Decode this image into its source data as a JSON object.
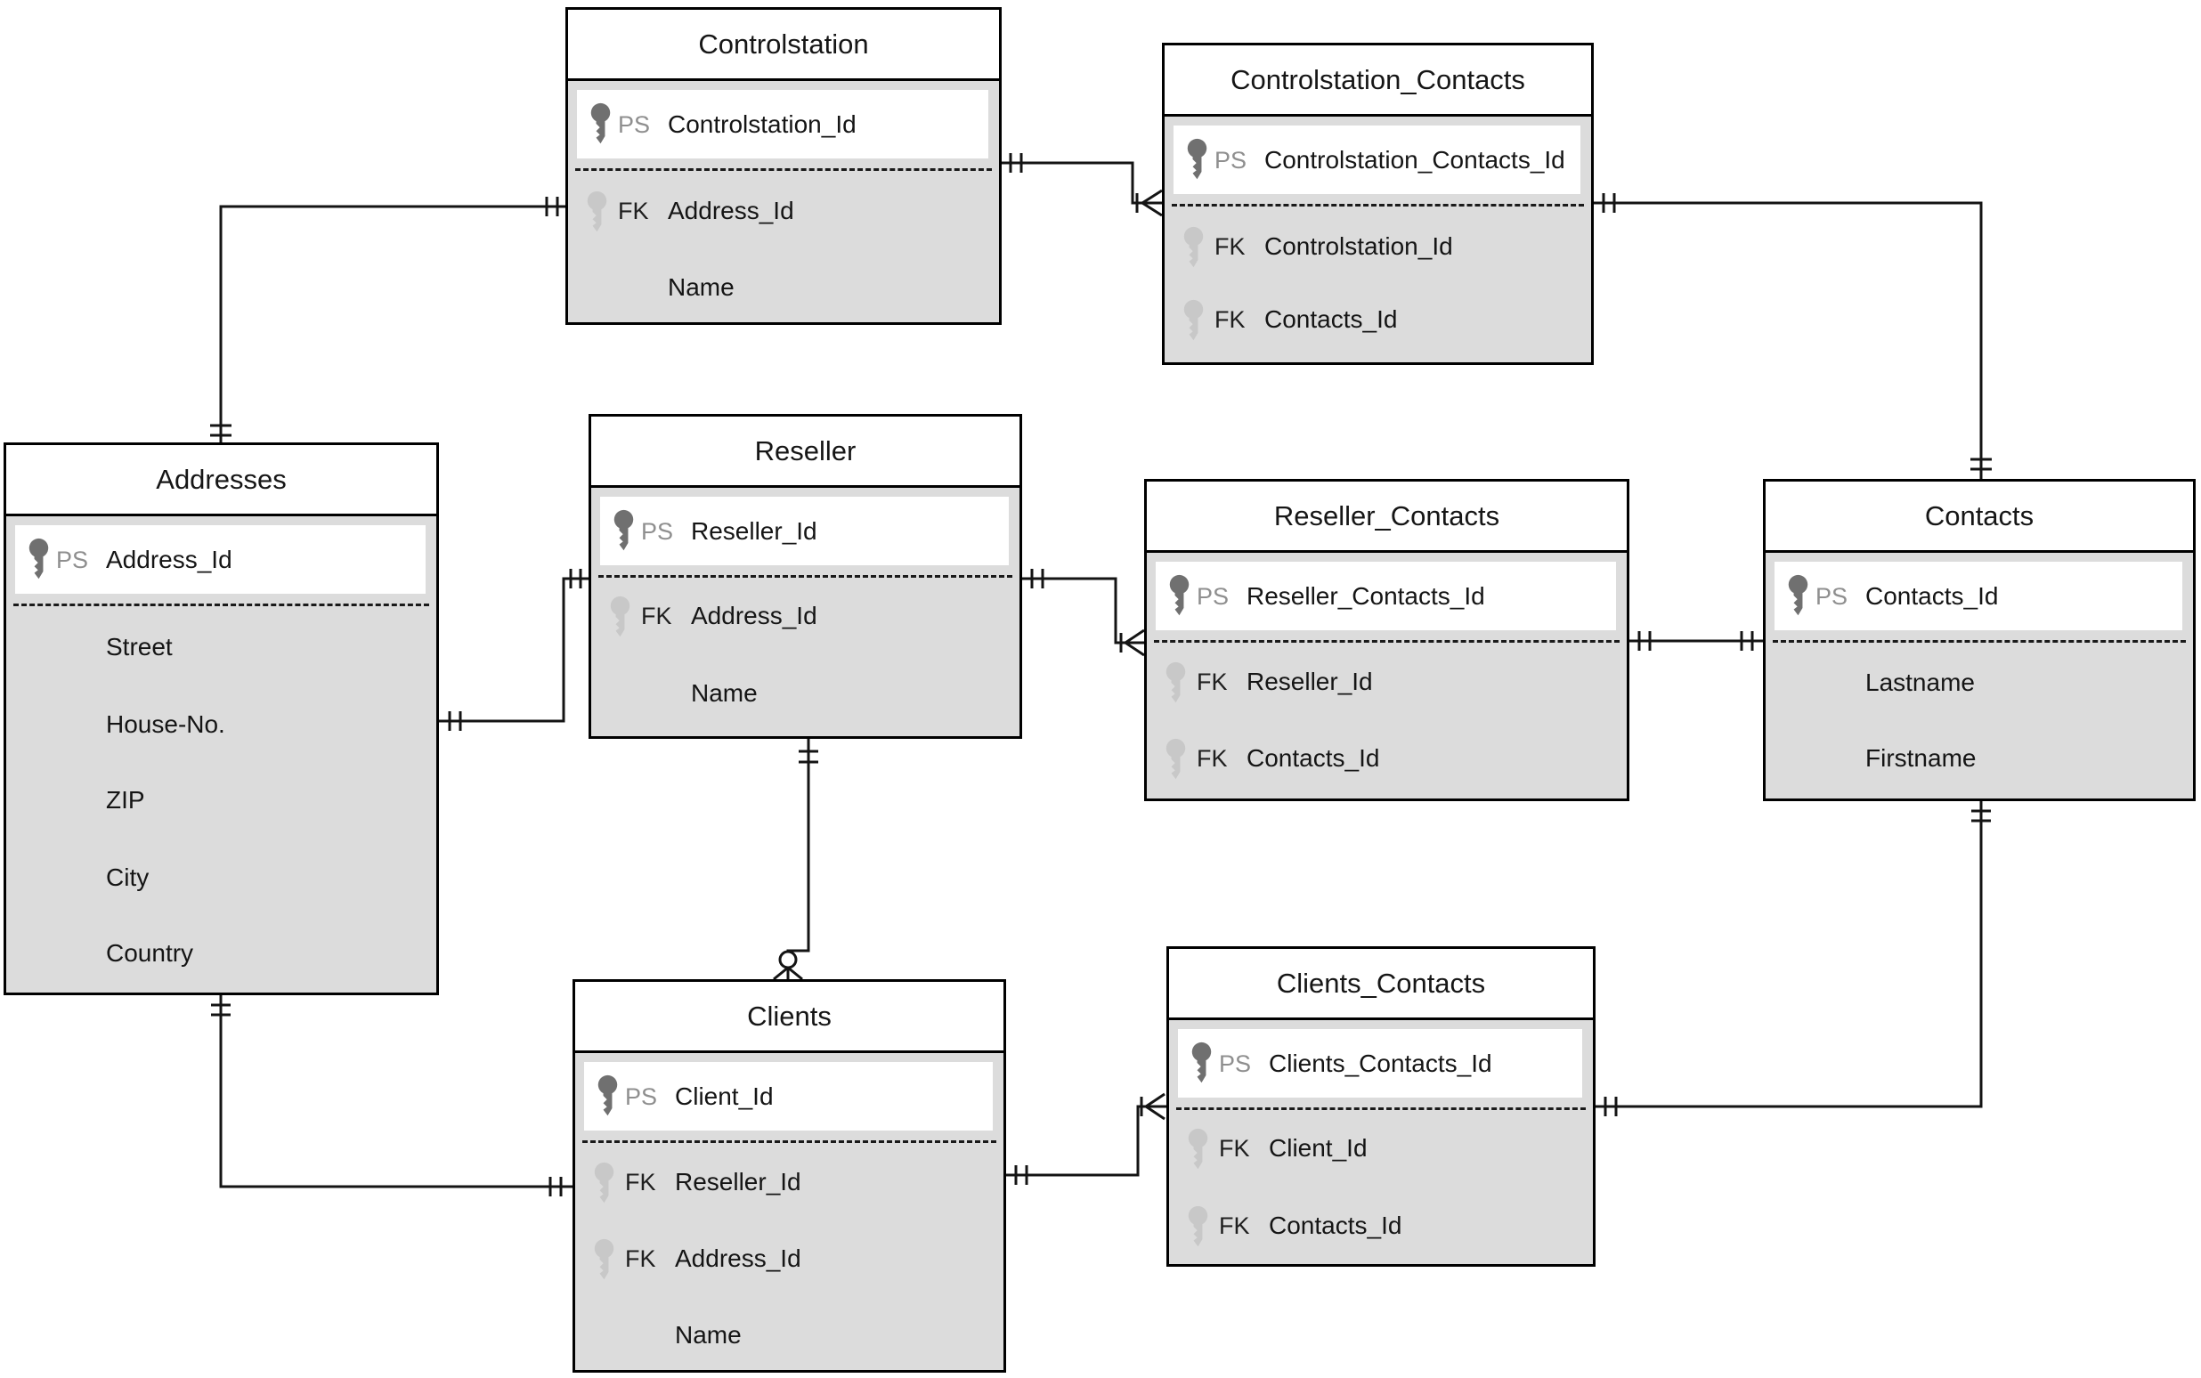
{
  "diagram": {
    "type": "entity-relationship-diagram",
    "notation": "crows-foot",
    "tables": [
      {
        "id": "controlstation",
        "title": "Controlstation",
        "rows": [
          {
            "key": "PS",
            "name": "Controlstation_Id",
            "kind": "pk"
          },
          {
            "key": "FK",
            "name": "Address_Id",
            "kind": "fk"
          },
          {
            "key": "",
            "name": "Name",
            "kind": "attr"
          }
        ]
      },
      {
        "id": "controlstation_contacts",
        "title": "Controlstation_Contacts",
        "rows": [
          {
            "key": "PS",
            "name": "Controlstation_Contacts_Id",
            "kind": "pk"
          },
          {
            "key": "FK",
            "name": "Controlstation_Id",
            "kind": "fk"
          },
          {
            "key": "FK",
            "name": "Contacts_Id",
            "kind": "fk"
          }
        ]
      },
      {
        "id": "addresses",
        "title": "Addresses",
        "rows": [
          {
            "key": "PS",
            "name": "Address_Id",
            "kind": "pk"
          },
          {
            "key": "",
            "name": "Street",
            "kind": "attr"
          },
          {
            "key": "",
            "name": "House-No.",
            "kind": "attr"
          },
          {
            "key": "",
            "name": "ZIP",
            "kind": "attr"
          },
          {
            "key": "",
            "name": "City",
            "kind": "attr"
          },
          {
            "key": "",
            "name": "Country",
            "kind": "attr"
          }
        ]
      },
      {
        "id": "reseller",
        "title": "Reseller",
        "rows": [
          {
            "key": "PS",
            "name": "Reseller_Id",
            "kind": "pk"
          },
          {
            "key": "FK",
            "name": "Address_Id",
            "kind": "fk"
          },
          {
            "key": "",
            "name": "Name",
            "kind": "attr"
          }
        ]
      },
      {
        "id": "reseller_contacts",
        "title": "Reseller_Contacts",
        "rows": [
          {
            "key": "PS",
            "name": "Reseller_Contacts_Id",
            "kind": "pk"
          },
          {
            "key": "FK",
            "name": "Reseller_Id",
            "kind": "fk"
          },
          {
            "key": "FK",
            "name": "Contacts_Id",
            "kind": "fk"
          }
        ]
      },
      {
        "id": "contacts",
        "title": "Contacts",
        "rows": [
          {
            "key": "PS",
            "name": "Contacts_Id",
            "kind": "pk"
          },
          {
            "key": "",
            "name": "Lastname",
            "kind": "attr"
          },
          {
            "key": "",
            "name": "Firstname",
            "kind": "attr"
          }
        ]
      },
      {
        "id": "clients",
        "title": "Clients",
        "rows": [
          {
            "key": "PS",
            "name": "Client_Id",
            "kind": "pk"
          },
          {
            "key": "FK",
            "name": "Reseller_Id",
            "kind": "fk"
          },
          {
            "key": "FK",
            "name": "Address_Id",
            "kind": "fk"
          },
          {
            "key": "",
            "name": "Name",
            "kind": "attr"
          }
        ]
      },
      {
        "id": "clients_contacts",
        "title": "Clients_Contacts",
        "rows": [
          {
            "key": "PS",
            "name": "Clients_Contacts_Id",
            "kind": "pk"
          },
          {
            "key": "FK",
            "name": "Client_Id",
            "kind": "fk"
          },
          {
            "key": "FK",
            "name": "Contacts_Id",
            "kind": "fk"
          }
        ]
      }
    ],
    "relationships": [
      {
        "from": "Controlstation",
        "to": "Controlstation_Contacts",
        "from_cardinality": "exactly-one",
        "to_cardinality": "one-or-many"
      },
      {
        "from": "Addresses",
        "to": "Controlstation",
        "from_cardinality": "exactly-one",
        "to_cardinality": "exactly-one"
      },
      {
        "from": "Controlstation_Contacts",
        "to": "Contacts",
        "from_cardinality": "exactly-one",
        "to_cardinality": "exactly-one"
      },
      {
        "from": "Addresses",
        "to": "Reseller",
        "from_cardinality": "exactly-one",
        "to_cardinality": "exactly-one"
      },
      {
        "from": "Reseller",
        "to": "Reseller_Contacts",
        "from_cardinality": "exactly-one",
        "to_cardinality": "one-or-many"
      },
      {
        "from": "Reseller_Contacts",
        "to": "Contacts",
        "from_cardinality": "exactly-one",
        "to_cardinality": "exactly-one"
      },
      {
        "from": "Reseller",
        "to": "Clients",
        "from_cardinality": "exactly-one",
        "to_cardinality": "zero-or-many"
      },
      {
        "from": "Clients",
        "to": "Clients_Contacts",
        "from_cardinality": "exactly-one",
        "to_cardinality": "one-or-many"
      },
      {
        "from": "Contacts",
        "to": "Clients_Contacts",
        "from_cardinality": "exactly-one",
        "to_cardinality": "exactly-one"
      },
      {
        "from": "Addresses",
        "to": "Clients",
        "from_cardinality": "exactly-one",
        "to_cardinality": "exactly-one"
      }
    ],
    "key_labels": {
      "primary": "PS",
      "foreign": "FK"
    },
    "colors": {
      "body_fill": "#dcdcdc",
      "border": "#000000",
      "pk_icon": "#707070",
      "fk_icon": "#c8c8c8",
      "pk_label": "#8f8f8f",
      "text": "#151515"
    }
  }
}
